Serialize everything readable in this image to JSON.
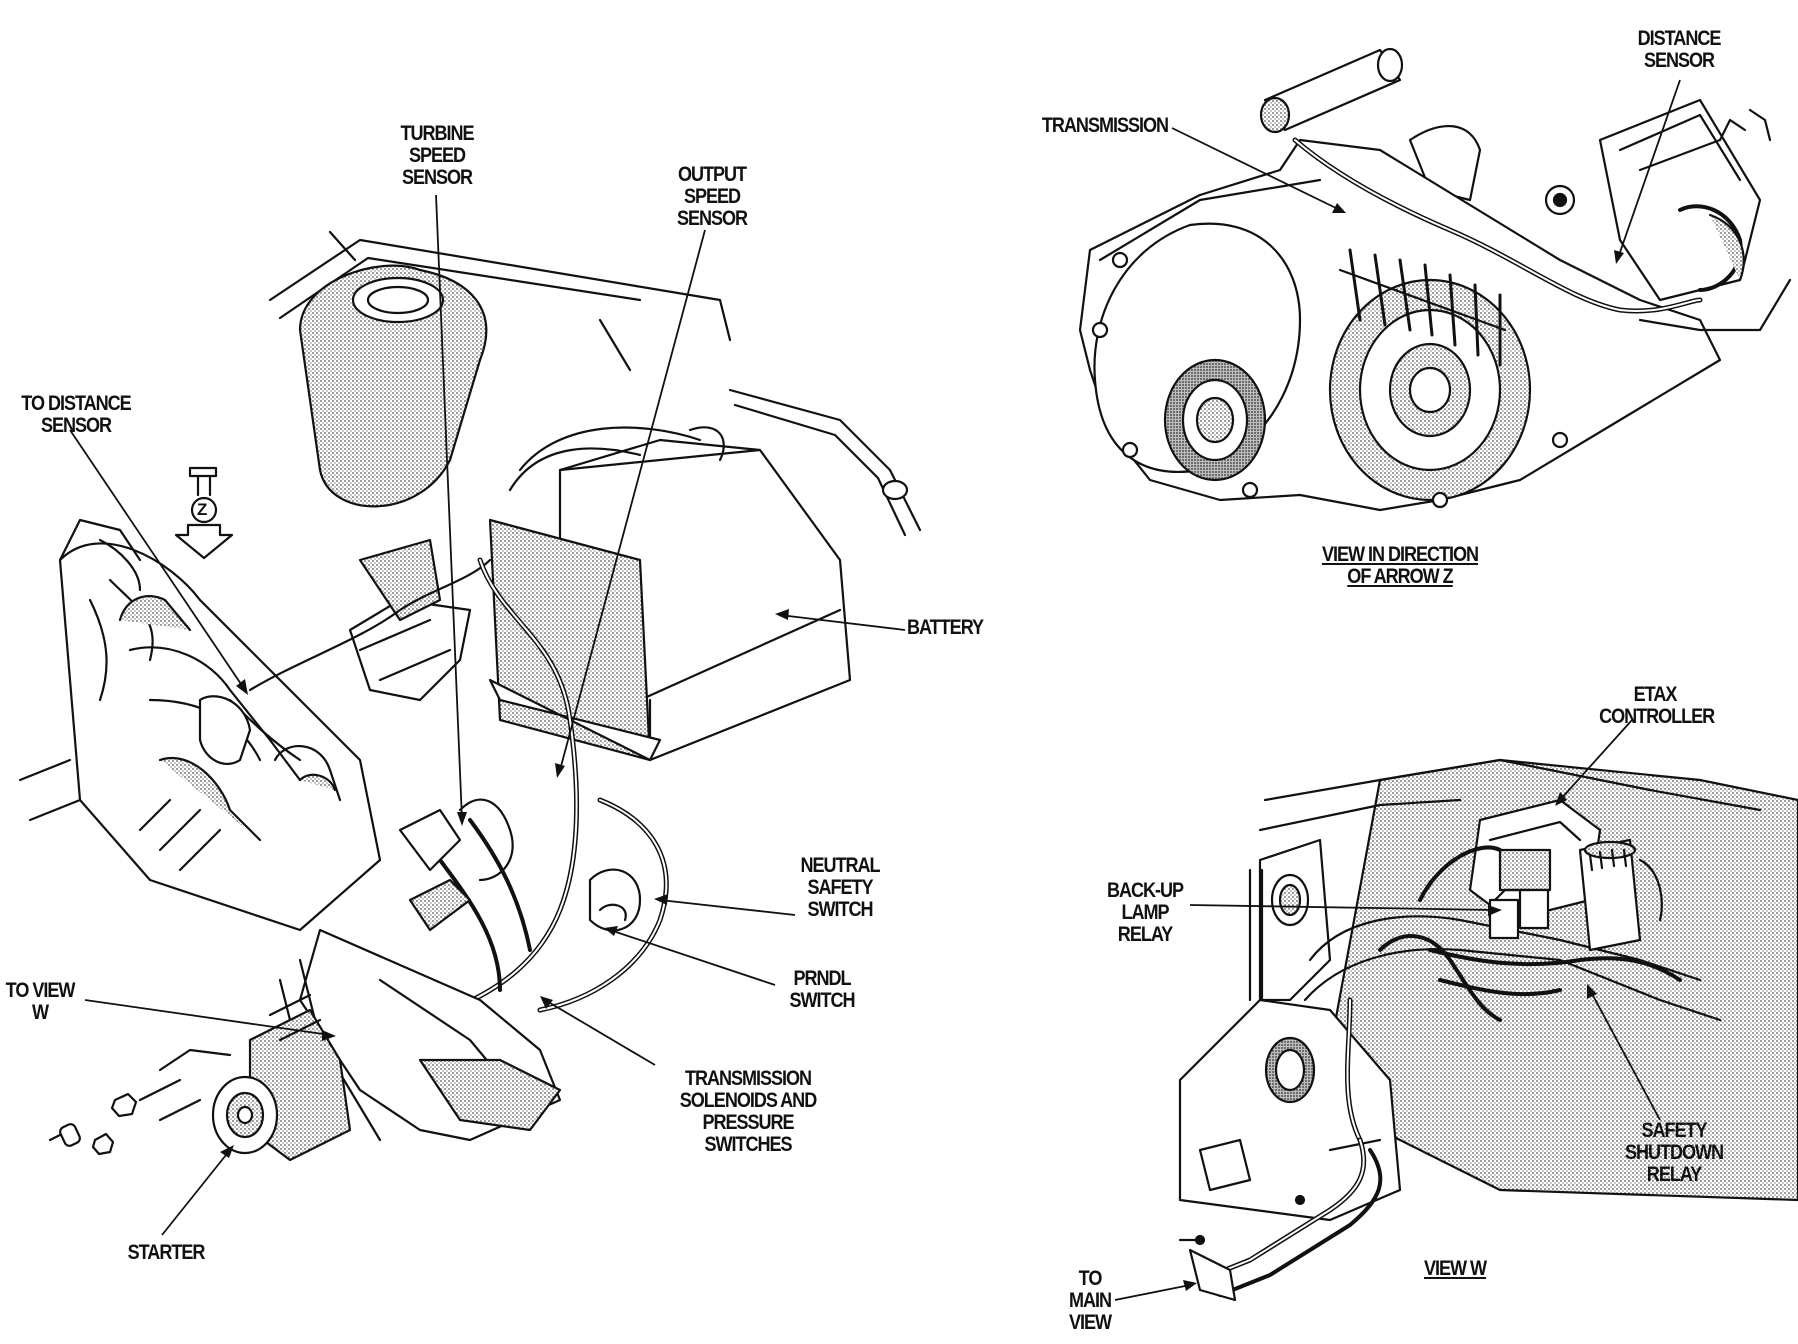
{
  "diagram": {
    "labels": {
      "turbine_speed_sensor": [
        "TURBINE",
        "SPEED",
        "SENSOR"
      ],
      "output_speed_sensor": [
        "OUTPUT",
        "SPEED",
        "SENSOR"
      ],
      "to_distance_sensor": [
        "TO DISTANCE",
        "SENSOR"
      ],
      "battery": [
        "BATTERY"
      ],
      "neutral_safety_switch": [
        "NEUTRAL",
        "SAFETY",
        "SWITCH"
      ],
      "prndl_switch": [
        "PRNDL",
        "SWITCH"
      ],
      "to_view_w": [
        "TO VIEW",
        "W"
      ],
      "transmission_solenoids": [
        "TRANSMISSION",
        "SOLENOIDS AND",
        "PRESSURE",
        "SWITCHES"
      ],
      "starter": [
        "STARTER"
      ],
      "transmission": [
        "TRANSMISSION"
      ],
      "distance_sensor": [
        "DISTANCE",
        "SENSOR"
      ],
      "view_in_direction_of_arrow_z": [
        "VIEW IN DIRECTION",
        "OF ARROW Z"
      ],
      "etax_controller": [
        "ETAX",
        "CONTROLLER"
      ],
      "back_up_lamp_relay": [
        "BACK-UP",
        "LAMP",
        "RELAY"
      ],
      "safety_shutdown_relay": [
        "SAFETY",
        "SHUTDOWN",
        "RELAY"
      ],
      "to_main_view": [
        "TO",
        "MAIN",
        "VIEW"
      ],
      "view_w": [
        "VIEW W"
      ]
    },
    "arrow_z_letter": "Z",
    "colors": {
      "ink": "#111111",
      "shade": "#9a9a9a",
      "background": "#ffffff"
    }
  }
}
